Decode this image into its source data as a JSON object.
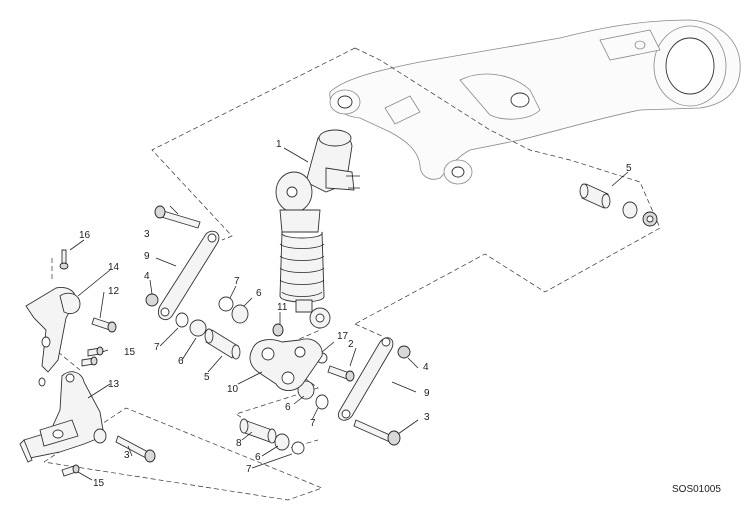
{
  "diagram": {
    "code": "SOS01005",
    "callouts": [
      {
        "id": "c1",
        "text": "1"
      },
      {
        "id": "c2",
        "text": "2"
      },
      {
        "id": "c3a",
        "text": "3"
      },
      {
        "id": "c3b",
        "text": "3"
      },
      {
        "id": "c3c",
        "text": "3"
      },
      {
        "id": "c4a",
        "text": "4"
      },
      {
        "id": "c4b",
        "text": "4"
      },
      {
        "id": "c5a",
        "text": "5"
      },
      {
        "id": "c5b",
        "text": "5"
      },
      {
        "id": "c6a",
        "text": "6"
      },
      {
        "id": "c6b",
        "text": "6"
      },
      {
        "id": "c6c",
        "text": "6"
      },
      {
        "id": "c6d",
        "text": "6"
      },
      {
        "id": "c7a",
        "text": "7"
      },
      {
        "id": "c7b",
        "text": "7"
      },
      {
        "id": "c7c",
        "text": "7"
      },
      {
        "id": "c7d",
        "text": "7"
      },
      {
        "id": "c8",
        "text": "8"
      },
      {
        "id": "c9a",
        "text": "9"
      },
      {
        "id": "c9b",
        "text": "9"
      },
      {
        "id": "c10",
        "text": "10"
      },
      {
        "id": "c11",
        "text": "11"
      },
      {
        "id": "c12",
        "text": "12"
      },
      {
        "id": "c13",
        "text": "13"
      },
      {
        "id": "c14",
        "text": "14"
      },
      {
        "id": "c15a",
        "text": "15"
      },
      {
        "id": "c15b",
        "text": "15"
      },
      {
        "id": "c16",
        "text": "16"
      },
      {
        "id": "c17",
        "text": "17"
      }
    ]
  }
}
